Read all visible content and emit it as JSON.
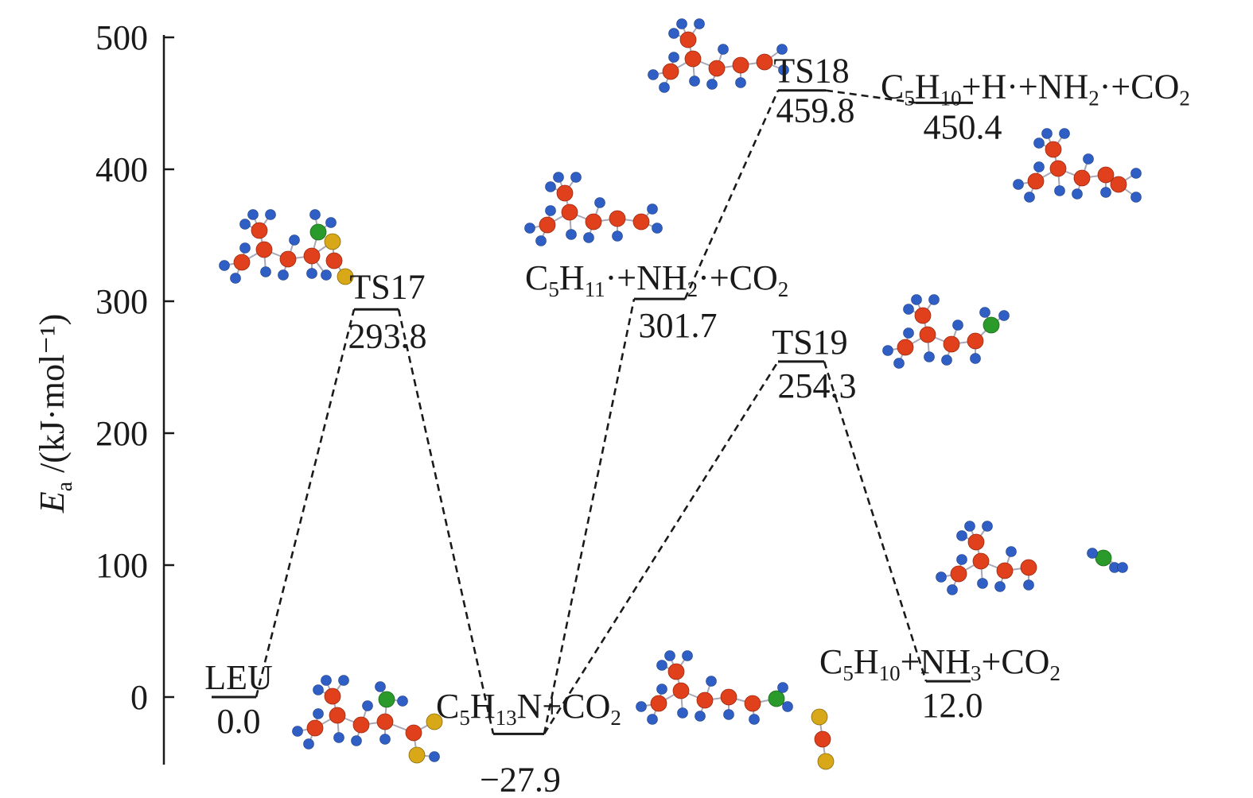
{
  "chart_data": {
    "type": "energy-profile",
    "ylabel": {
      "symbol": "E",
      "subscript": "a",
      "unit": "/(kJ·mol⁻¹)"
    },
    "ylim": [
      -50,
      500
    ],
    "yticks": [
      0,
      100,
      200,
      300,
      400,
      500
    ],
    "ytick_labels": [
      "0",
      "100",
      "200",
      "300",
      "400",
      "500"
    ],
    "levels": [
      {
        "id": "LEU",
        "label": "LEU",
        "value": 0.0,
        "value_label": "0.0"
      },
      {
        "id": "TS17",
        "label": "TS17",
        "value": 293.8,
        "value_label": "293.8"
      },
      {
        "id": "INT1",
        "label": "C₅H₁₃N+CO₂",
        "value": -27.9,
        "value_label": "−27.9"
      },
      {
        "id": "P1",
        "label": "C₅H₁₁·+NH₂·+CO₂",
        "value": 301.7,
        "value_label": "301.7"
      },
      {
        "id": "TS18",
        "label": "TS18",
        "value": 459.8,
        "value_label": "459.8"
      },
      {
        "id": "P2",
        "label": "C₅H₁₀+H·+NH₂·+CO₂",
        "value": 450.4,
        "value_label": "450.4"
      },
      {
        "id": "TS19",
        "label": "TS19",
        "value": 254.3,
        "value_label": "254.3"
      },
      {
        "id": "P3",
        "label": "C₅H₁₀+NH₃+CO₂",
        "value": 12.0,
        "value_label": "12.0"
      }
    ],
    "connections": [
      [
        "LEU",
        "TS17"
      ],
      [
        "TS17",
        "INT1"
      ],
      [
        "INT1",
        "P1"
      ],
      [
        "P1",
        "TS18"
      ],
      [
        "TS18",
        "P2"
      ],
      [
        "INT1",
        "TS19"
      ],
      [
        "TS19",
        "P3"
      ]
    ],
    "atom_colors": {
      "carbon": "#e0401c",
      "hydrogen": "#2f5fc4",
      "nitrogen": "#2a9a2a",
      "oxygen": "#d8a818"
    },
    "structure_icons": [
      "leucine-molecule-icon",
      "ts17-structure-icon",
      "c5h13n-molecule-icon",
      "co2-molecule-icon",
      "c5h11-radical-icon",
      "ts18-structure-icon",
      "c5h10-molecule-icon",
      "ts19-structure-icon",
      "c5h10-nh3-structure-icon"
    ]
  }
}
